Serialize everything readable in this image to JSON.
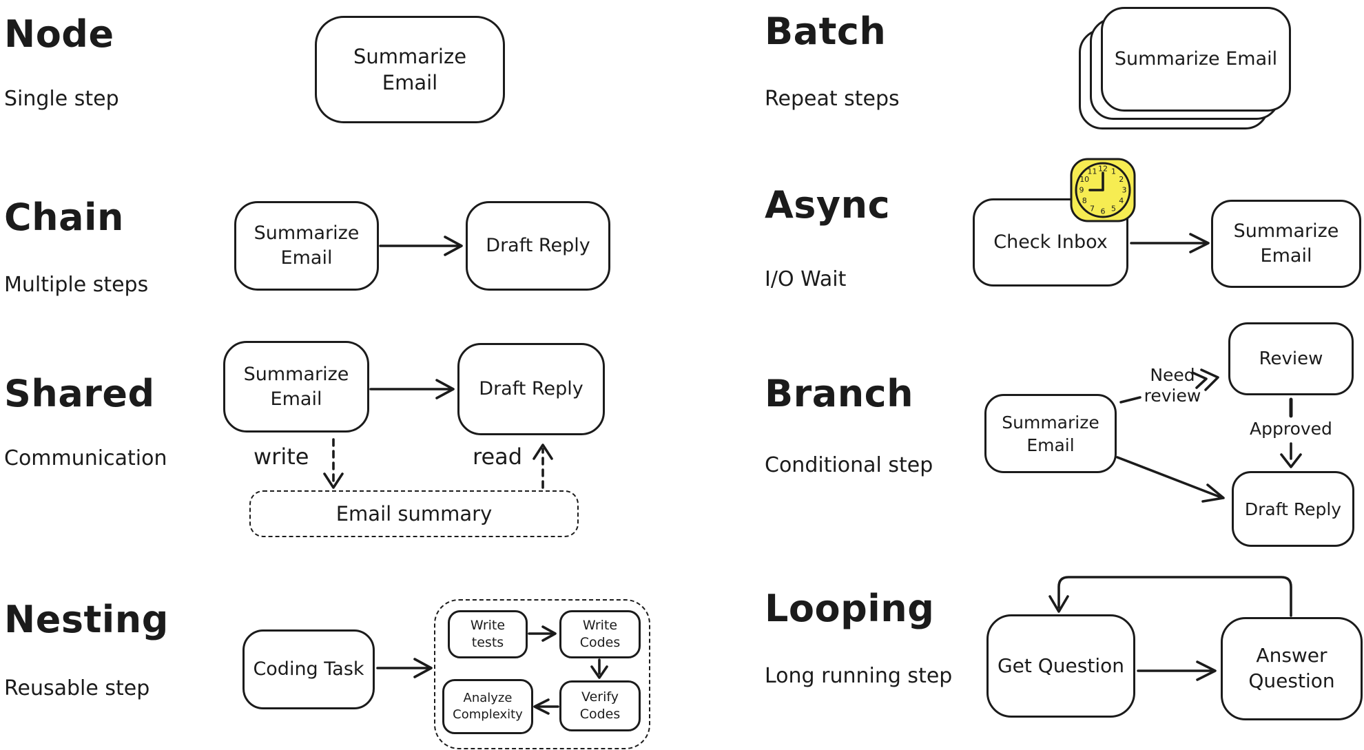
{
  "colors": {
    "ink": "#1b1b1b",
    "background": "#ffffff",
    "clock_fill": "#f6ec52"
  },
  "sections": {
    "node": {
      "title": "Node",
      "subtitle": "Single step",
      "box": "Summarize Email"
    },
    "chain": {
      "title": "Chain",
      "subtitle": "Multiple steps",
      "box1": "Summarize Email",
      "box2": "Draft Reply"
    },
    "shared": {
      "title": "Shared",
      "subtitle": "Communication",
      "box1": "Summarize Email",
      "box2": "Draft Reply",
      "write_label": "write",
      "read_label": "read",
      "datastore": "Email summary"
    },
    "nesting": {
      "title": "Nesting",
      "subtitle": "Reusable step",
      "task_box": "Coding Task",
      "inner_box1": "Write tests",
      "inner_box2": "Write Codes",
      "inner_box3": "Verify Codes",
      "inner_box4": "Analyze Complexity"
    },
    "batch": {
      "title": "Batch",
      "subtitle": "Repeat steps",
      "box": "Summarize Email"
    },
    "async": {
      "title": "Async",
      "subtitle": "I/O Wait",
      "box1": "Check Inbox",
      "box2": "Summarize Email",
      "clock": {
        "fill": "#f6ec52",
        "numbers": [
          "12",
          "1",
          "2",
          "3",
          "4",
          "5",
          "6",
          "7",
          "8",
          "9",
          "10",
          "11"
        ],
        "time": "9:00"
      }
    },
    "branch": {
      "title": "Branch",
      "subtitle": "Conditional step",
      "box1": "Summarize Email",
      "review_box": "Review",
      "reply_box": "Draft Reply",
      "need_review_label": "Need review",
      "approved_label": "Approved"
    },
    "looping": {
      "title": "Looping",
      "subtitle": "Long running step",
      "box1": "Get Question",
      "box2": "Answer Question"
    }
  }
}
